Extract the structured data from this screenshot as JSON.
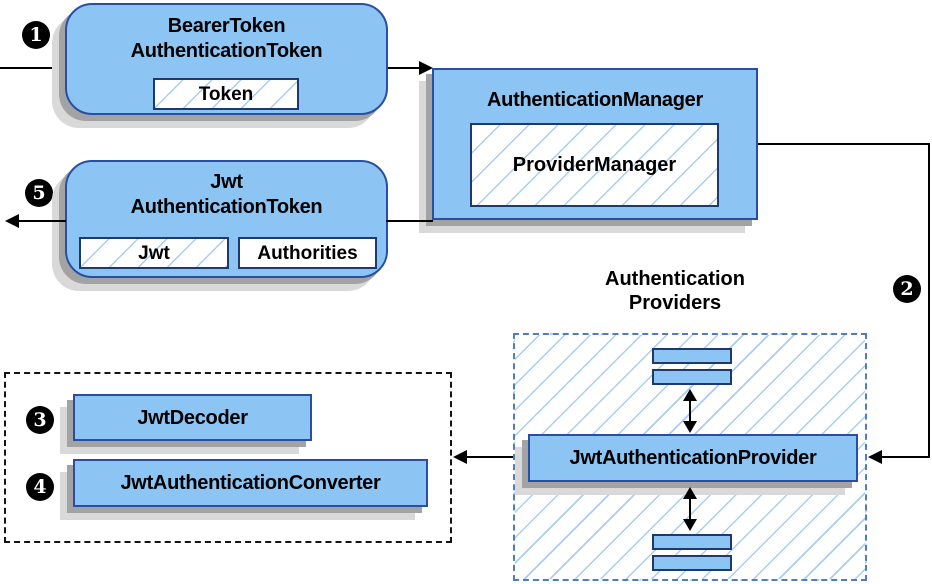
{
  "colors": {
    "box_fill": "#8cc4f4",
    "box_border": "#2a4fa2",
    "chip_border": "#1e3a6d",
    "hatch_line": "#a9cdf0",
    "dashed_blue": "#4f7dc0",
    "shadow_dark": "#a3a3a3",
    "shadow_light": "#d9d9d9",
    "line_color": "#000000",
    "badge_bg": "#000000",
    "badge_text": "#ffffff"
  },
  "badges": {
    "step1": "1",
    "step2": "2",
    "step3": "3",
    "step4": "4",
    "step5": "5"
  },
  "nodes": {
    "bearer_token": {
      "line1": "BearerToken",
      "line2": "AuthenticationToken",
      "chip": "Token"
    },
    "authentication_manager": {
      "title": "AuthenticationManager",
      "chip": "ProviderManager"
    },
    "jwt_authentication_token": {
      "line1": "Jwt",
      "line2": "AuthenticationToken",
      "chip1": "Jwt",
      "chip2": "Authorities"
    },
    "authentication_providers_label": {
      "line1": "Authentication",
      "line2": "Providers"
    },
    "jwt_authentication_provider": {
      "title": "JwtAuthenticationProvider"
    },
    "jwt_decoder": {
      "title": "JwtDecoder"
    },
    "jwt_authentication_converter": {
      "title": "JwtAuthenticationConverter"
    }
  }
}
